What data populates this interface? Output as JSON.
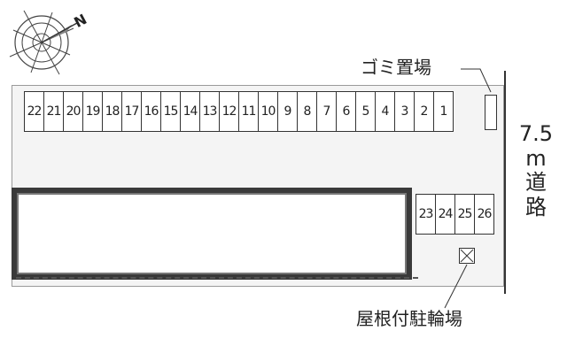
{
  "compass": {
    "label": "N"
  },
  "labels": {
    "garbage": "ゴミ置場",
    "bicycle_parking": "屋根付駐輪場"
  },
  "road": {
    "width": "7.5",
    "unit": "m",
    "name_line1": "道",
    "name_line2": "路"
  },
  "top_row_slots": [
    "22",
    "21",
    "20",
    "19",
    "18",
    "17",
    "16",
    "15",
    "14",
    "13",
    "12",
    "11",
    "10",
    "9",
    "8",
    "7",
    "6",
    "5",
    "4",
    "3",
    "2",
    "1"
  ],
  "side_slots": [
    "23",
    "24",
    "25",
    "26"
  ],
  "colors": {
    "line": "#333333",
    "lot": "#f4f4f4",
    "building_border": "#3a3a3a"
  }
}
